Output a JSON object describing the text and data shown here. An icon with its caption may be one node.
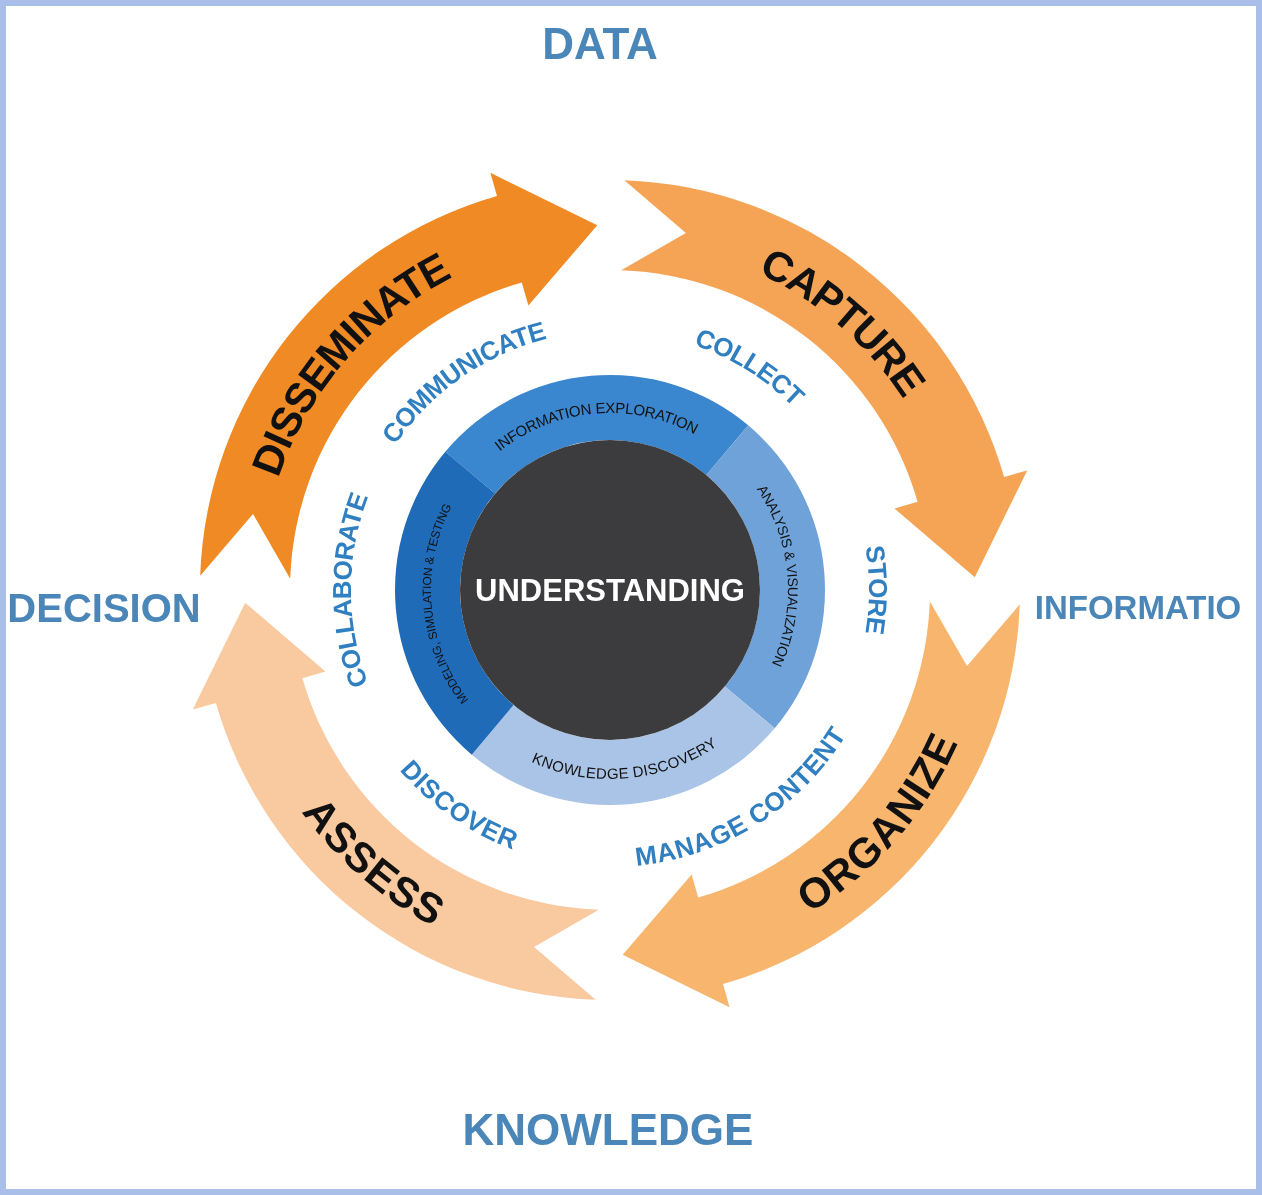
{
  "diagram": {
    "nodes": [
      {
        "text": [
          "DISSEMINATE"
        ]
      },
      {
        "text": [
          "CAPTURE"
        ]
      },
      {
        "text": [
          "ORGANIZE"
        ]
      },
      {
        "text": [
          "ASSESS"
        ]
      },
      {
        "text": [
          "INFORMATION EXPLORATION"
        ]
      },
      {
        "text": [
          "ANALYSIS & VISUALIZATION"
        ]
      },
      {
        "text": [
          "KNOWLEDGE DISCOVERY"
        ]
      },
      {
        "text": [
          "MODELING, SIMULATION & TESTING"
        ]
      },
      {
        "text": [
          "UNDERSTANDING"
        ]
      }
    ],
    "labels": [
      "DATA",
      "COMMUNICATE",
      "COLLECT",
      "DECISION",
      "INFORMATIO",
      "COLLABORATE",
      "STORE",
      "DISCOVER",
      "MANAGE CONTENT",
      "KNOWLEDGE"
    ]
  }
}
